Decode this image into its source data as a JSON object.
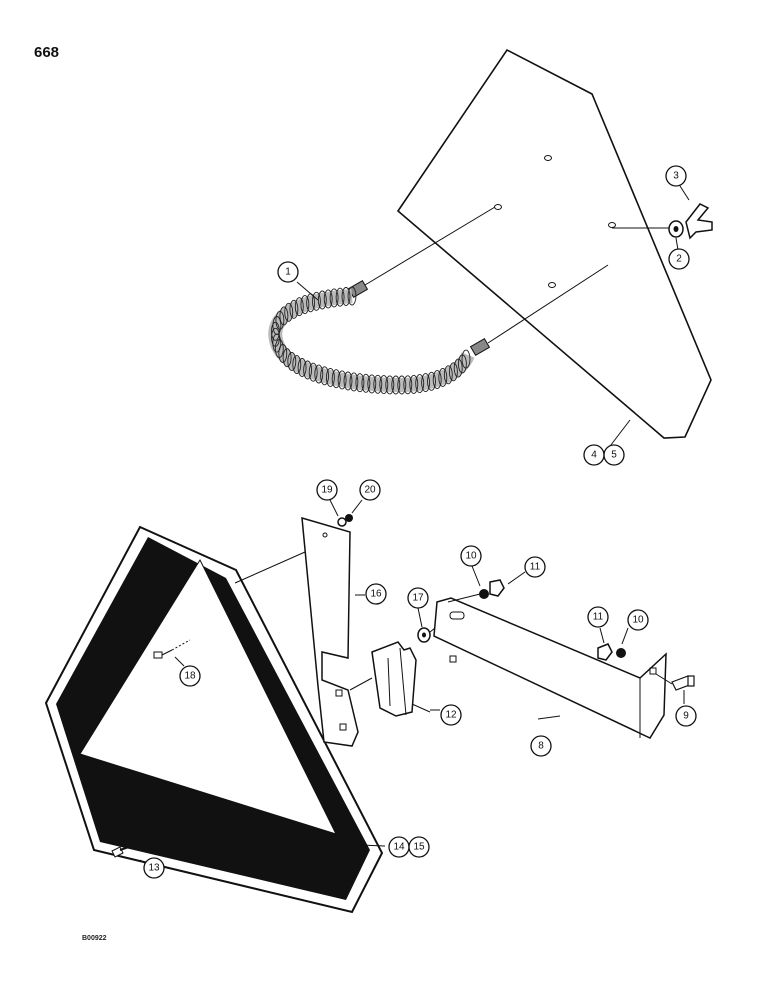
{
  "page_number": "668",
  "drawing_code": "B00922",
  "callouts": [
    {
      "id": "c1",
      "label": "1"
    },
    {
      "id": "c2",
      "label": "2"
    },
    {
      "id": "c3",
      "label": "3"
    },
    {
      "id": "c4",
      "label": "4"
    },
    {
      "id": "c5",
      "label": "5"
    },
    {
      "id": "c8",
      "label": "8"
    },
    {
      "id": "c9",
      "label": "9"
    },
    {
      "id": "c10a",
      "label": "10"
    },
    {
      "id": "c10b",
      "label": "10"
    },
    {
      "id": "c11a",
      "label": "11"
    },
    {
      "id": "c11b",
      "label": "11"
    },
    {
      "id": "c12",
      "label": "12"
    },
    {
      "id": "c13",
      "label": "13"
    },
    {
      "id": "c14",
      "label": "14"
    },
    {
      "id": "c15",
      "label": "15"
    },
    {
      "id": "c16",
      "label": "16"
    },
    {
      "id": "c17",
      "label": "17"
    },
    {
      "id": "c18",
      "label": "18"
    },
    {
      "id": "c19",
      "label": "19"
    },
    {
      "id": "c20",
      "label": "20"
    }
  ]
}
